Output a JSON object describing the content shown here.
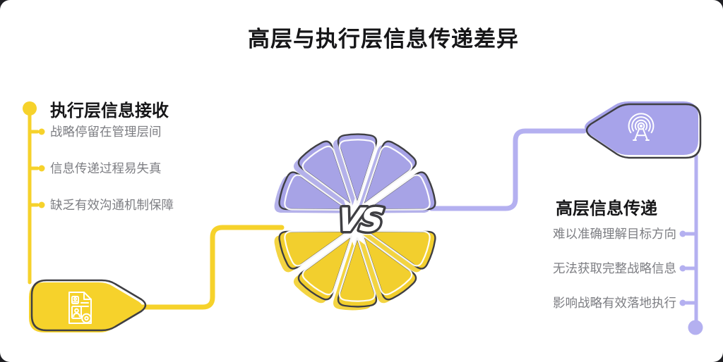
{
  "title": "高层与执行层信息传递差异",
  "center": {
    "vs_label": "VS"
  },
  "left_section": {
    "header": "执行层信息接收",
    "items": [
      "战略停留在管理层间",
      "信息传递过程易失真",
      "缺乏有效沟通机制保障"
    ],
    "icon": "document-audit-icon"
  },
  "right_section": {
    "header": "高层信息传递",
    "items": [
      "难以准确理解目标方向",
      "无法获取完整战略信息",
      "影响战略有效落地执行"
    ],
    "icon": "broadcast-antenna-icon"
  },
  "colors": {
    "yellow": "#F6D22B",
    "yellow_petal": "#F2CF2E",
    "purple": "#A7A3EA",
    "purple_line": "#B4B0F0",
    "purple_petal": "#A7A3E6",
    "outline": "#3F3F43",
    "heading_text": "#161618",
    "item_text": "#7D7E83"
  }
}
